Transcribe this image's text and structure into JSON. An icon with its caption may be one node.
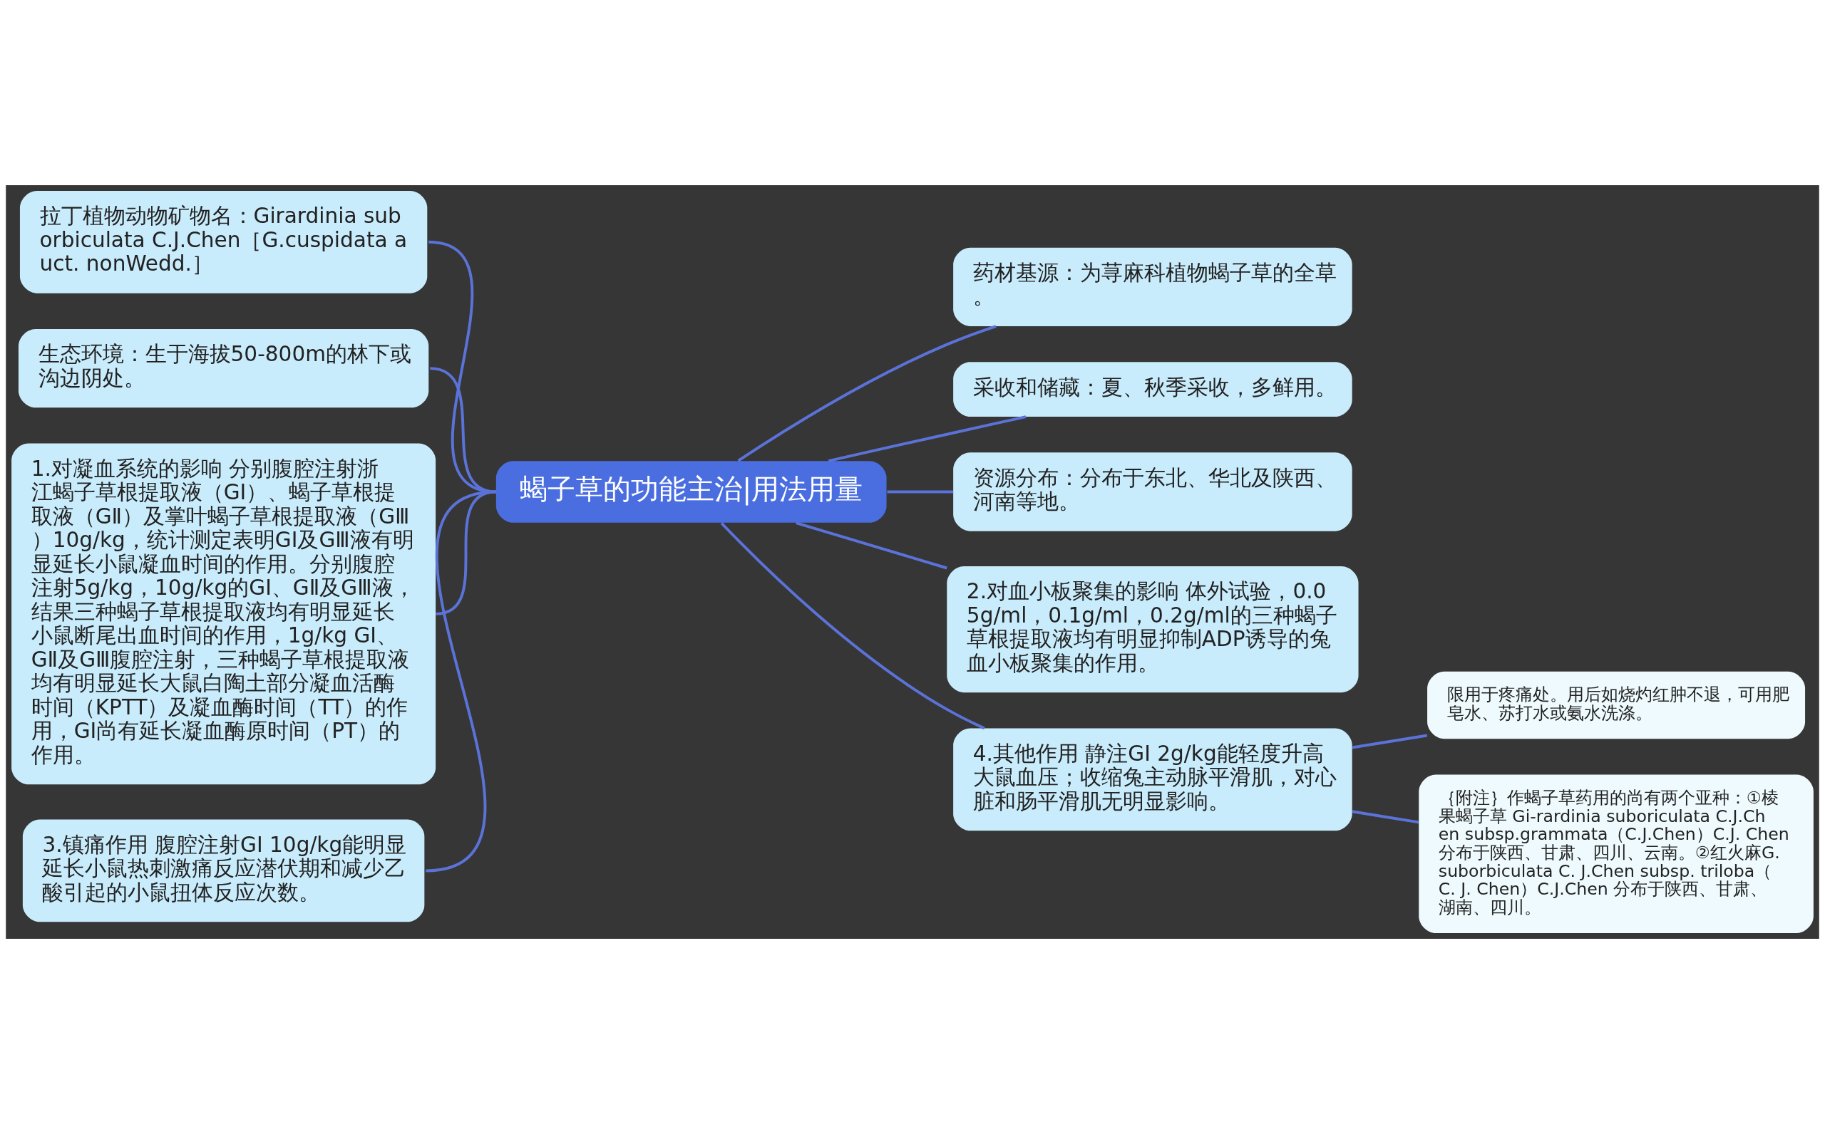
{
  "diagram": {
    "nodes": [
      {
        "text": [
          "蝎子草的功能主治|用法用量"
        ]
      },
      {
        "text": [
          "拉丁植物动物矿物名：Girardinia suborbiculata C.J.Chen［G.cuspidata auct. nonWedd.］"
        ]
      },
      {
        "text": [
          "生态环境：生于海拔50-800m的林下或沟边阴处。"
        ]
      },
      {
        "text": [
          "1.对凝血系统的影响 分别腹腔注射浙江蝎子草根提取液（GI）、蝎子草根提取液（GⅡ）及掌叶蝎子草根提取液（GⅢ）10g/kg，统计测定表明GI及GⅢ液有明显延长小鼠凝血时间的作用。分别腹腔注射5g/kg，10g/kg的GⅠ、GⅡ及GⅢ液，结果三种蝎子草根提取液均有明显延长小鼠断尾出血时间的作用，1g/kg GⅠ、GⅡ及GⅢ腹腔注射，三种蝎子草根提取液均有明显延长大鼠白陶土部分凝血活酶时间（KPTT）及凝血酶时间（TT）的作用，GI尚有延长凝血酶原时间（PT）的作用。"
        ]
      },
      {
        "text": [
          "3.镇痛作用 腹腔注射GI 10g/kg能明显延长小鼠热刺激痛反应潜伏期和减少乙酸引起的小鼠扭体反应次数。"
        ]
      },
      {
        "text": [
          "药材基源：为荨麻科植物蝎子草的全草。"
        ]
      },
      {
        "text": [
          "采收和储藏：夏、秋季采收，多鲜用。"
        ]
      },
      {
        "text": [
          "资源分布：分布于东北、华北及陕西、河南等地。"
        ]
      },
      {
        "text": [
          "2.对血小板聚集的影响 体外试验，0.05g/ml，0.1g/ml，0.2g/ml的三种蝎子草根提取液均有明显抑制ADP诱导的兔血小板聚集的作用。"
        ]
      },
      {
        "text": [
          "4.其他作用 静注GI 2g/kg能轻度升高大鼠血压；收缩兔主动脉平滑肌，对心脏和肠平滑肌无明显影响。"
        ]
      },
      {
        "text": [
          "限用于疼痛处。用后如烧灼红肿不退，可用肥皂水、苏打水或氨水洗涤。"
        ]
      },
      {
        "text": [
          "｛附注｝作蝎子草药用的尚有两个亚种：①棱果蝎子草 Gi-rardinia suboriculata C.J.Chen subsp.grammata（C.J.Chen）C.J. Chen 分布于陕西、甘肃、四川、云南。②红火麻G. suborbiculata C. J.Chen subsp. triloba（C. J. Chen）C.J.Chen 分布于陕西、甘肃、湖南、四川。"
        ]
      }
    ],
    "edges": [
      {
        "from": 0,
        "to": 1,
        "arrow": "none"
      },
      {
        "from": 0,
        "to": 2,
        "arrow": "none"
      },
      {
        "from": 0,
        "to": 3,
        "arrow": "none"
      },
      {
        "from": 0,
        "to": 4,
        "arrow": "none"
      },
      {
        "from": 0,
        "to": 5,
        "arrow": "none"
      },
      {
        "from": 0,
        "to": 6,
        "arrow": "none"
      },
      {
        "from": 0,
        "to": 7,
        "arrow": "none"
      },
      {
        "from": 0,
        "to": 8,
        "arrow": "none"
      },
      {
        "from": 0,
        "to": 9,
        "arrow": "none"
      },
      {
        "from": 9,
        "to": 10,
        "arrow": "none"
      },
      {
        "from": 9,
        "to": 11,
        "arrow": "none"
      }
    ]
  }
}
